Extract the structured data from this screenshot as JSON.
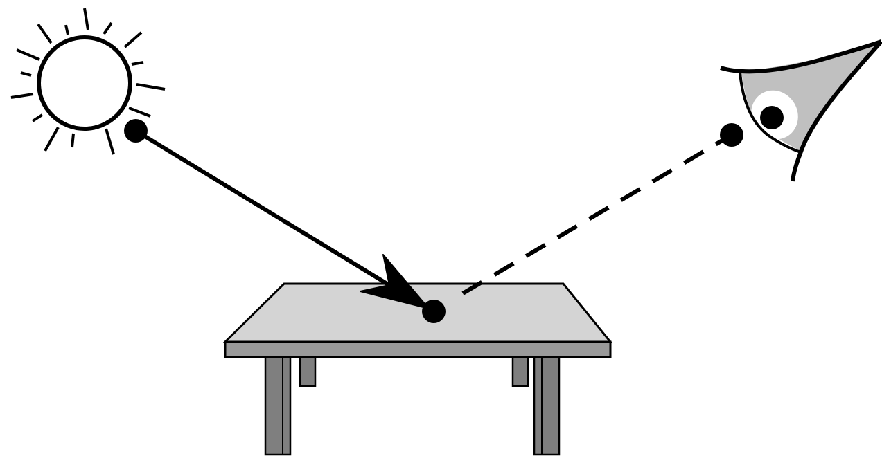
{
  "diagram": {
    "colors": {
      "stroke": "#000000",
      "background": "#ffffff",
      "table_top": "#d4d4d4",
      "table_edge": "#9a9a9a",
      "table_leg": "#7f7f7f",
      "eye_iris": "#c0c0c0",
      "sun_fill": "#ffffff"
    },
    "elements": {
      "light_source": "sun-icon",
      "surface": "table",
      "viewer": "eye-icon",
      "incident_ray": "solid-arrow",
      "reflected_ray": "dashed-line"
    }
  }
}
